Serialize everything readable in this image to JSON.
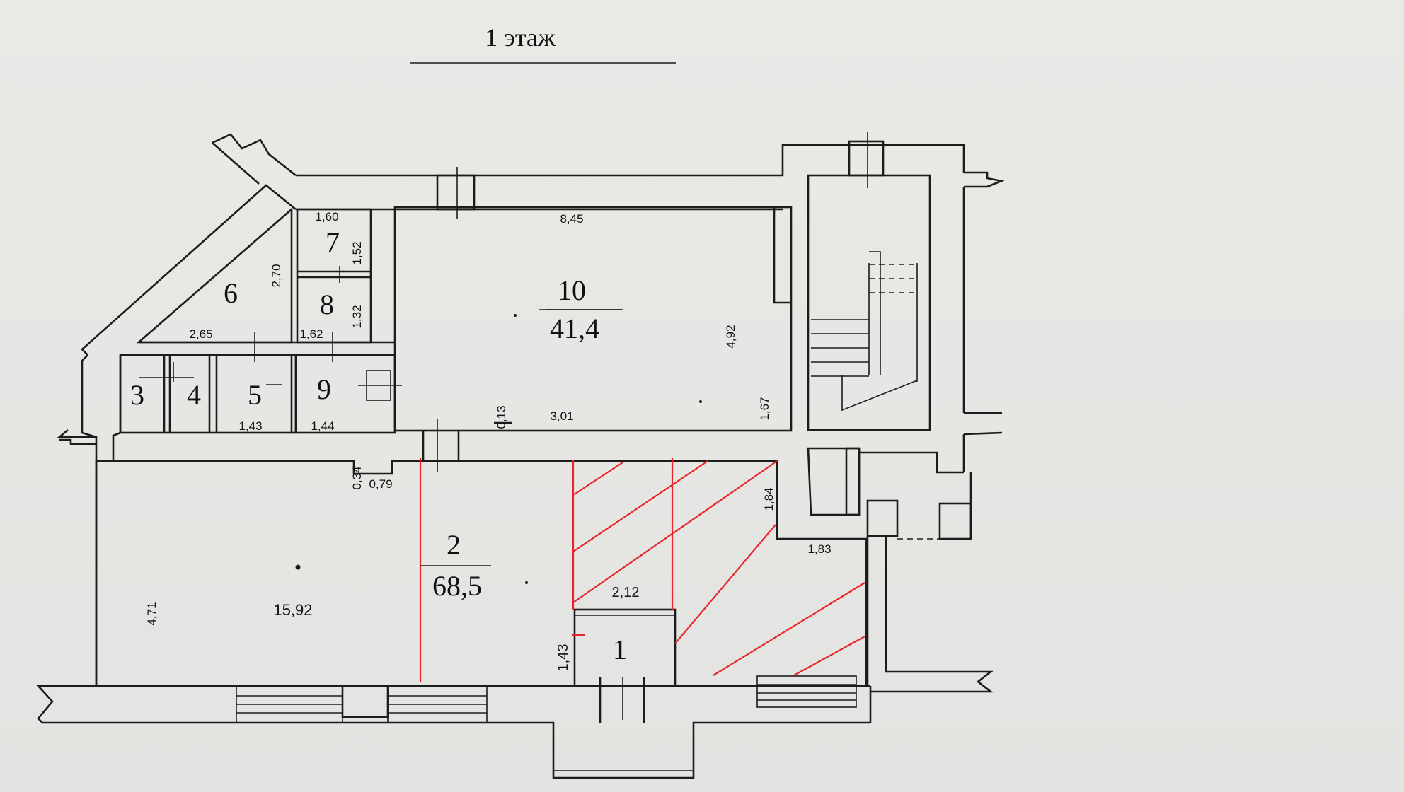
{
  "floor_title": "1 этаж",
  "accent_color": "#e8262a",
  "line_color": "#1c1c1c",
  "rooms": [
    {
      "id": "1",
      "label": "1"
    },
    {
      "id": "2",
      "label": "2",
      "area": "68,5"
    },
    {
      "id": "3",
      "label": "3"
    },
    {
      "id": "4",
      "label": "4"
    },
    {
      "id": "5",
      "label": "5"
    },
    {
      "id": "6",
      "label": "6"
    },
    {
      "id": "7",
      "label": "7"
    },
    {
      "id": "8",
      "label": "8"
    },
    {
      "id": "9",
      "label": "9"
    },
    {
      "id": "10",
      "label": "10",
      "area": "41,4"
    }
  ],
  "dimensions": {
    "d_1_60": "1,60",
    "d_1_52": "1,52",
    "d_2_70": "2,70",
    "d_1_32": "1,32",
    "d_2_65": "2,65",
    "d_1_62": "1,62",
    "d_8_45": "8,45",
    "d_4_92": "4,92",
    "d_0_13": "0,13",
    "d_3_01": "3,01",
    "d_1_67": "1,67",
    "d_1_43a": "1,43",
    "d_1_44": "1,44",
    "d_0_34": "0,34",
    "d_0_79": "0,79",
    "d_1_84": "1,84",
    "d_1_83": "1,83",
    "d_4_71": "4,71",
    "d_15_92": "15,92",
    "d_2_12": "2,12",
    "d_1_43b": "1,43"
  }
}
